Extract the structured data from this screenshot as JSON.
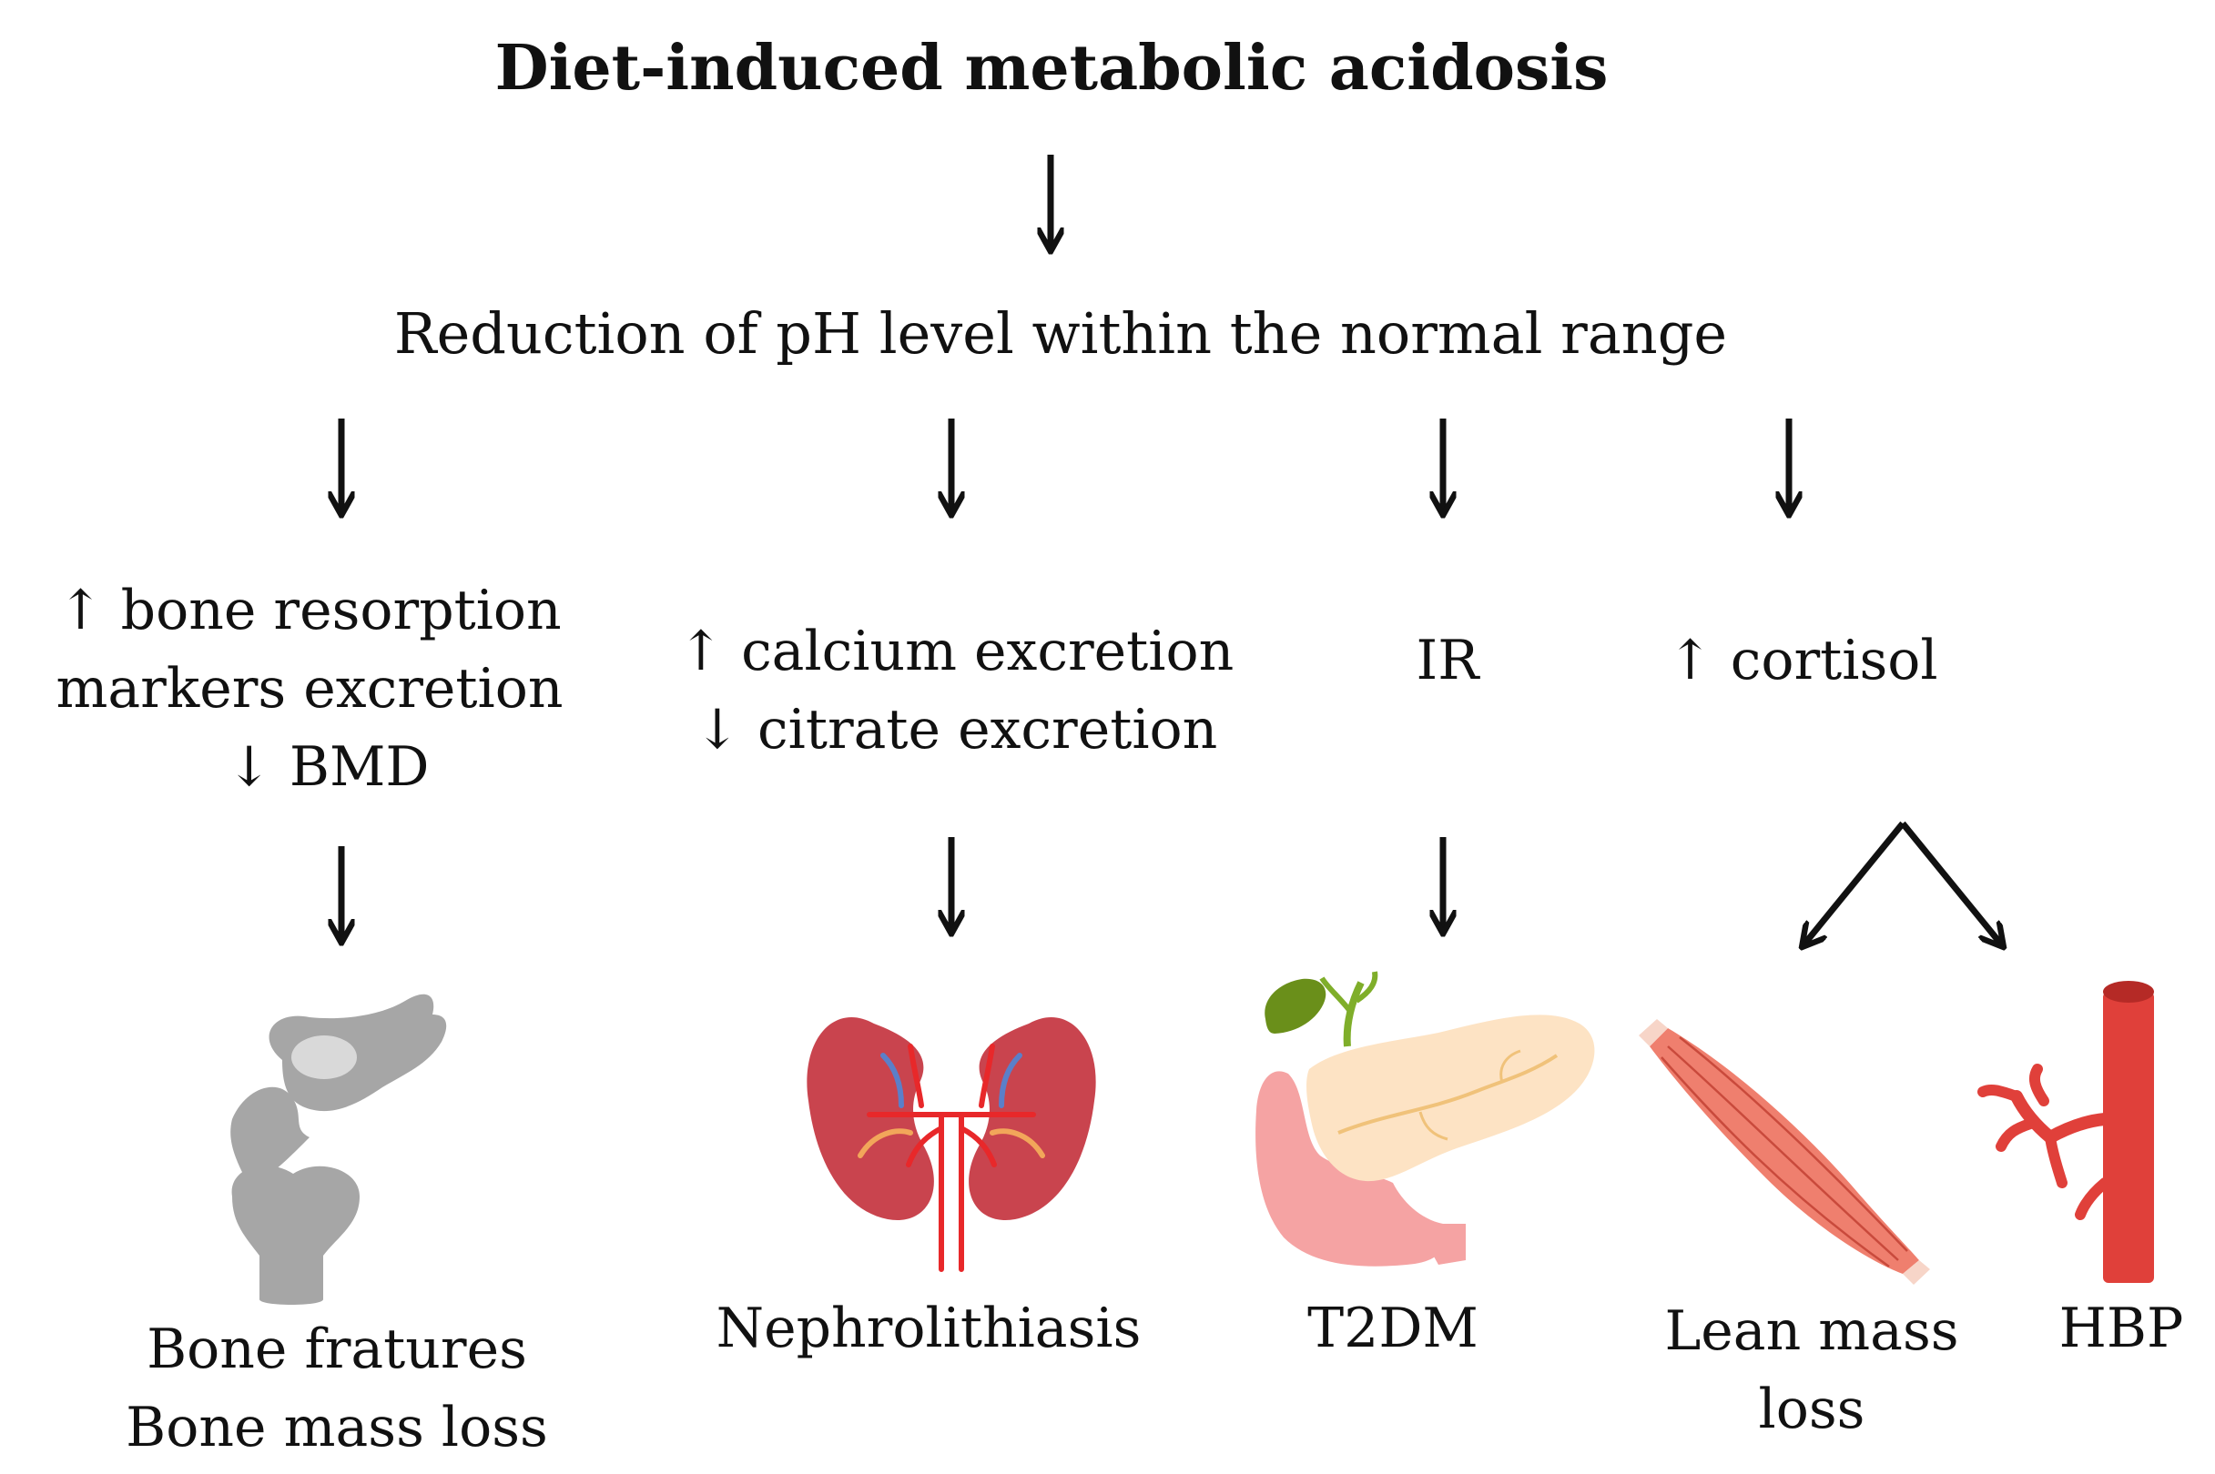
{
  "title": "Diet-induced metabolic acidosis",
  "step": "Reduction of pH level within the normal range",
  "effects": [
    {
      "lines": [
        "↑ bone resorption",
        "markers excretion",
        "↓ BMD"
      ]
    },
    {
      "lines": [
        "↑ calcium excretion",
        "↓ citrate excretion"
      ]
    },
    {
      "lines": [
        "IR"
      ]
    },
    {
      "lines": [
        "↑ cortisol"
      ]
    }
  ],
  "outcomes": [
    {
      "lines": [
        "Bone fratures",
        "Bone mass loss"
      ],
      "icon": "bone-joint-icon"
    },
    {
      "lines": [
        "Nephrolithiasis"
      ],
      "icon": "kidney-icon"
    },
    {
      "lines": [
        "T2DM"
      ],
      "icon": "pancreas-icon"
    },
    {
      "lines": [
        "Lean mass",
        "loss"
      ],
      "icon": "muscle-icon"
    },
    {
      "lines": [
        "HBP"
      ],
      "icon": "blood-vessel-icon"
    }
  ],
  "colors": {
    "bone": "#a6a6a6",
    "kidney": "#c9444e",
    "artery": "#e8282a",
    "vein": "#5b7fc9",
    "ureter": "#f2a65a",
    "pancreas": "#fde3c4",
    "duodenum": "#f5a3a3",
    "gallbladder": "#6a8f1a",
    "muscle": "#ef7f6e",
    "vessel": "#e0403a"
  }
}
